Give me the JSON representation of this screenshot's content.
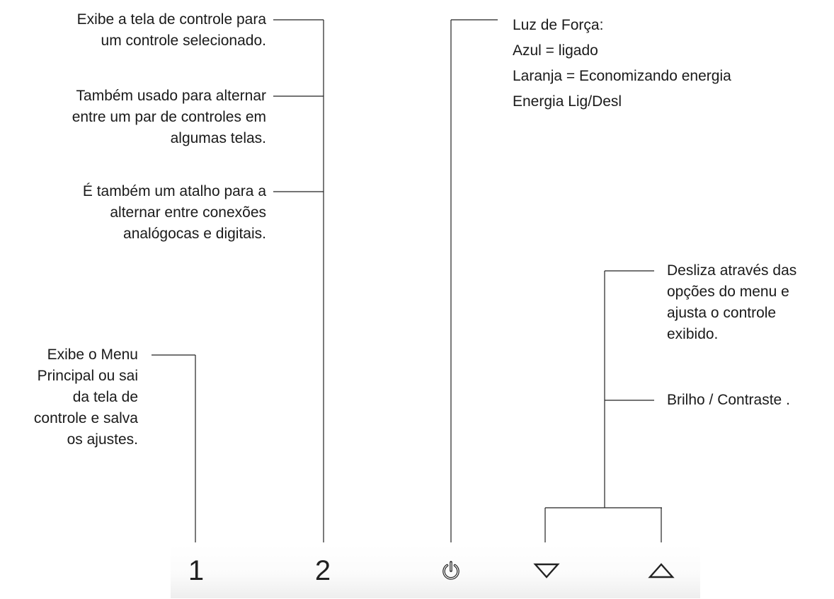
{
  "callouts": {
    "control_screen": [
      "Exibe a tela de controle para",
      "um controle selecionado."
    ],
    "toggle_pair": [
      "Também usado para alternar",
      "entre um par de controles em",
      "algumas telas."
    ],
    "shortcut_connections": [
      "É também um atalho para a",
      "alternar entre conexões",
      "analógocas e digitais."
    ],
    "main_menu": [
      "Exibe o Menu",
      "Principal ou sai",
      "da tela de",
      "controle e salva",
      "os ajustes."
    ],
    "power_light": [
      "Luz de Força:",
      "Azul = ligado",
      "Laranja = Economizando energia",
      "Energia Lig/Desl"
    ],
    "scroll_menu": [
      "Desliza através das",
      "opções do menu e",
      "ajusta o controle",
      "exibido."
    ],
    "brightness": [
      "Brilho / Contraste ."
    ]
  },
  "buttons": {
    "button_1_label": "1",
    "button_2_label": "2",
    "power_icon": "power-icon",
    "down_icon": "triangle-down-icon",
    "up_icon": "triangle-up-icon"
  }
}
